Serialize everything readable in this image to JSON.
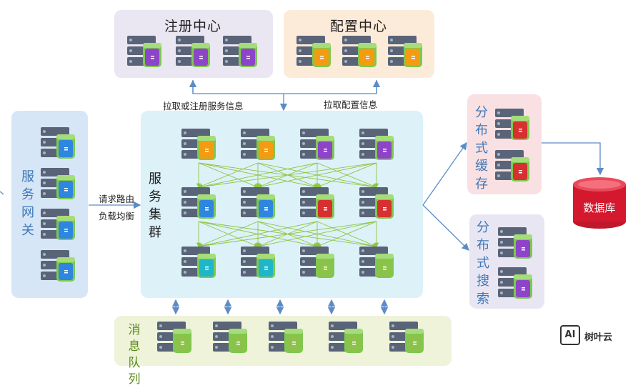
{
  "registry": {
    "title": "注册中心"
  },
  "config": {
    "title": "配置中心"
  },
  "gateway": {
    "title": "服务网关"
  },
  "cluster": {
    "title": "服务集群"
  },
  "cache": {
    "title": "分布式缓存"
  },
  "search": {
    "title": "分布式搜索"
  },
  "mq": {
    "title": "消息队列"
  },
  "database": {
    "title": "数据库"
  },
  "labels": {
    "pull_register": "拉取或注册服务信息",
    "pull_config": "拉取配置信息",
    "route_line1": "请求路由",
    "route_line2": "负载均衡"
  },
  "logo": {
    "mark": "AI",
    "text": "树叶云"
  },
  "colors": {
    "purple": "#8e44c9",
    "orange": "#f39c12",
    "blue": "#2e86de",
    "red": "#d63031",
    "cyan": "#1fb6c9",
    "green": "#8bc34a",
    "accent": "#5b8cc8"
  }
}
